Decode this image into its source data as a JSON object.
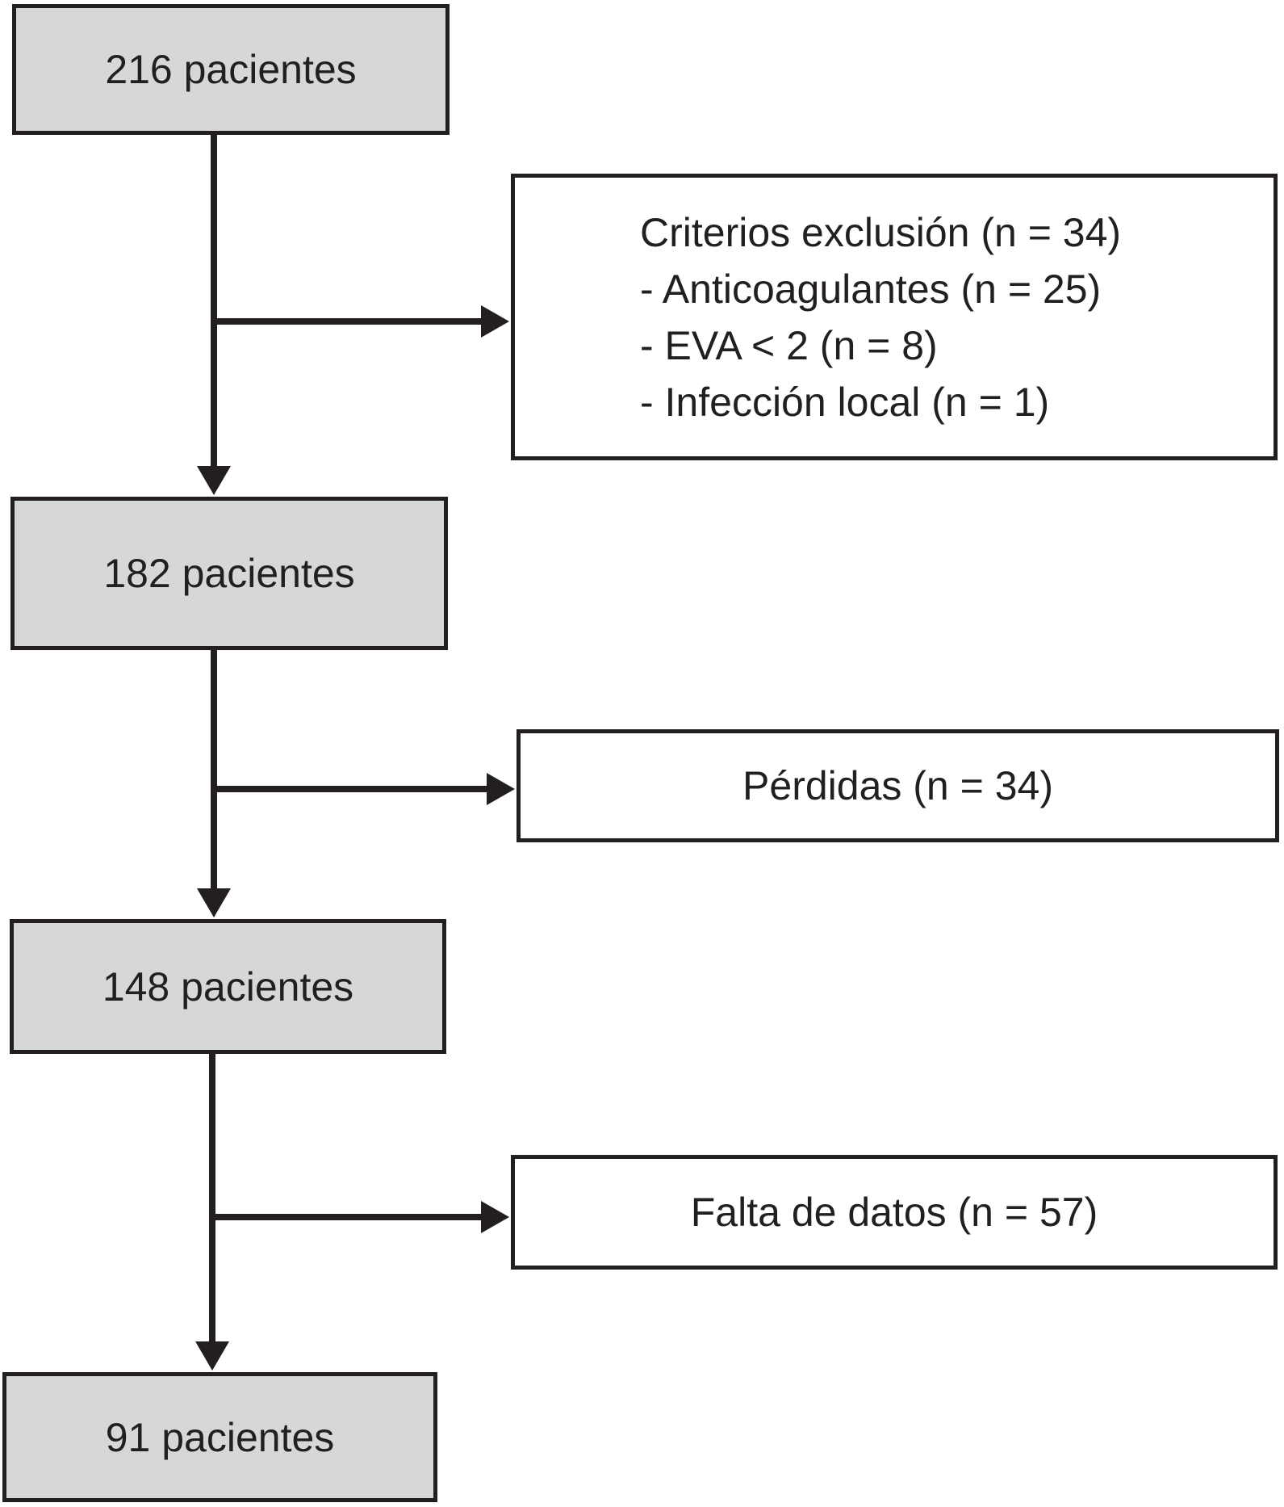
{
  "diagram": {
    "type": "patient-flowchart",
    "colors": {
      "milestone_box_fill": "#d6d7d8",
      "side_box_fill": "#ffffff",
      "border_and_arrows": "#231f20",
      "text": "#231f20",
      "background": "#ffffff"
    },
    "nodes": {
      "patients_216": {
        "label": "216 pacientes"
      },
      "exclusion": {
        "lines": [
          "Criterios exclusión (n = 34)",
          "- Anticoagulantes (n = 25)",
          "- EVA < 2 (n = 8)",
          "- Infección local (n = 1)"
        ]
      },
      "patients_182": {
        "label": "182 pacientes"
      },
      "perdidas": {
        "label": "Pérdidas (n = 34)"
      },
      "patients_148": {
        "label": "148 pacientes"
      },
      "falta_datos": {
        "label": "Falta de datos (n = 57)"
      },
      "patients_91": {
        "label": "91 pacientes"
      }
    }
  }
}
